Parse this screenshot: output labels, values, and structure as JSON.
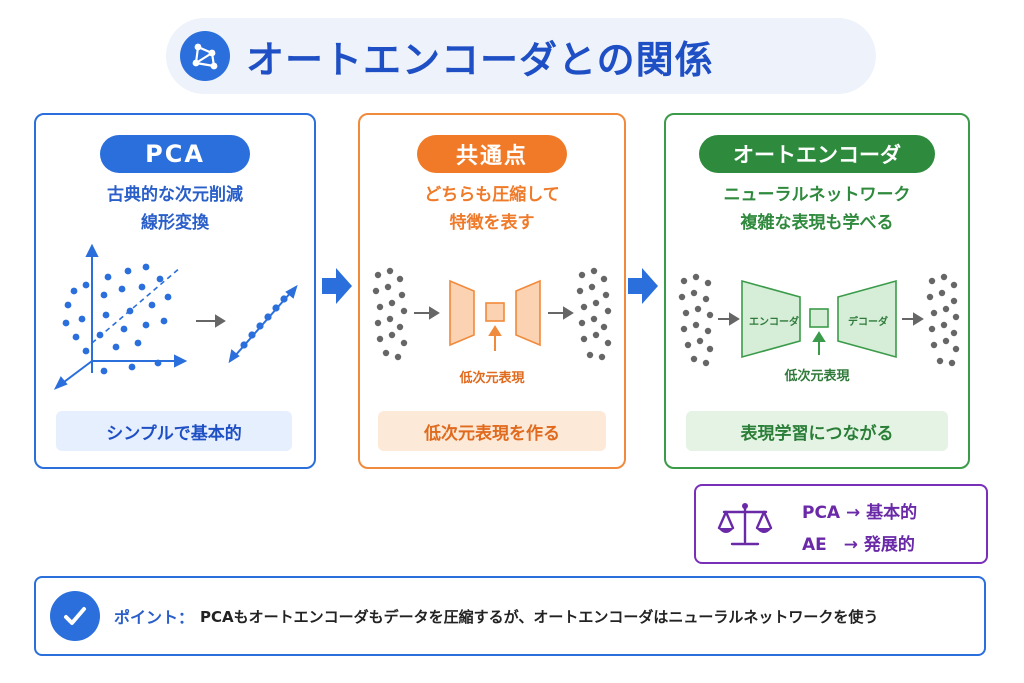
{
  "title": "オートエンコーダとの関係",
  "panels": {
    "pca": {
      "badge": "PCA",
      "line1": "古典的な次元削減",
      "line2": "線形変換",
      "footer": "シンプルで基本的"
    },
    "common": {
      "badge": "共通点",
      "line1": "どちらも圧縮して",
      "line2": "特徴を表す",
      "latent_label": "低次元表現",
      "footer": "低次元表現を作る"
    },
    "autoencoder": {
      "badge": "オートエンコーダ",
      "line1": "ニューラルネットワーク",
      "line2": "複雑な表現も学べる",
      "encoder_label": "エンコーダ",
      "decoder_label": "デコーダ",
      "latent_label": "低次元表現",
      "footer": "表現学習につながる"
    }
  },
  "comparison": {
    "line1": "PCA → 基本的",
    "line2": "AE　→ 発展的"
  },
  "point": {
    "label": "ポイント：",
    "text": "PCAもオートエンコーダもデータを圧縮するが、オートエンコーダはニューラルネットワークを使う"
  },
  "colors": {
    "blue": "#2a6fdb",
    "orange": "#f07a28",
    "green": "#2e8b3e",
    "purple": "#7a2fb8"
  },
  "icons": {
    "title": "network-nodes-icon",
    "flow_arrow": "right-arrow-icon",
    "comparison": "balance-scale-icon",
    "point": "checkmark-icon"
  }
}
